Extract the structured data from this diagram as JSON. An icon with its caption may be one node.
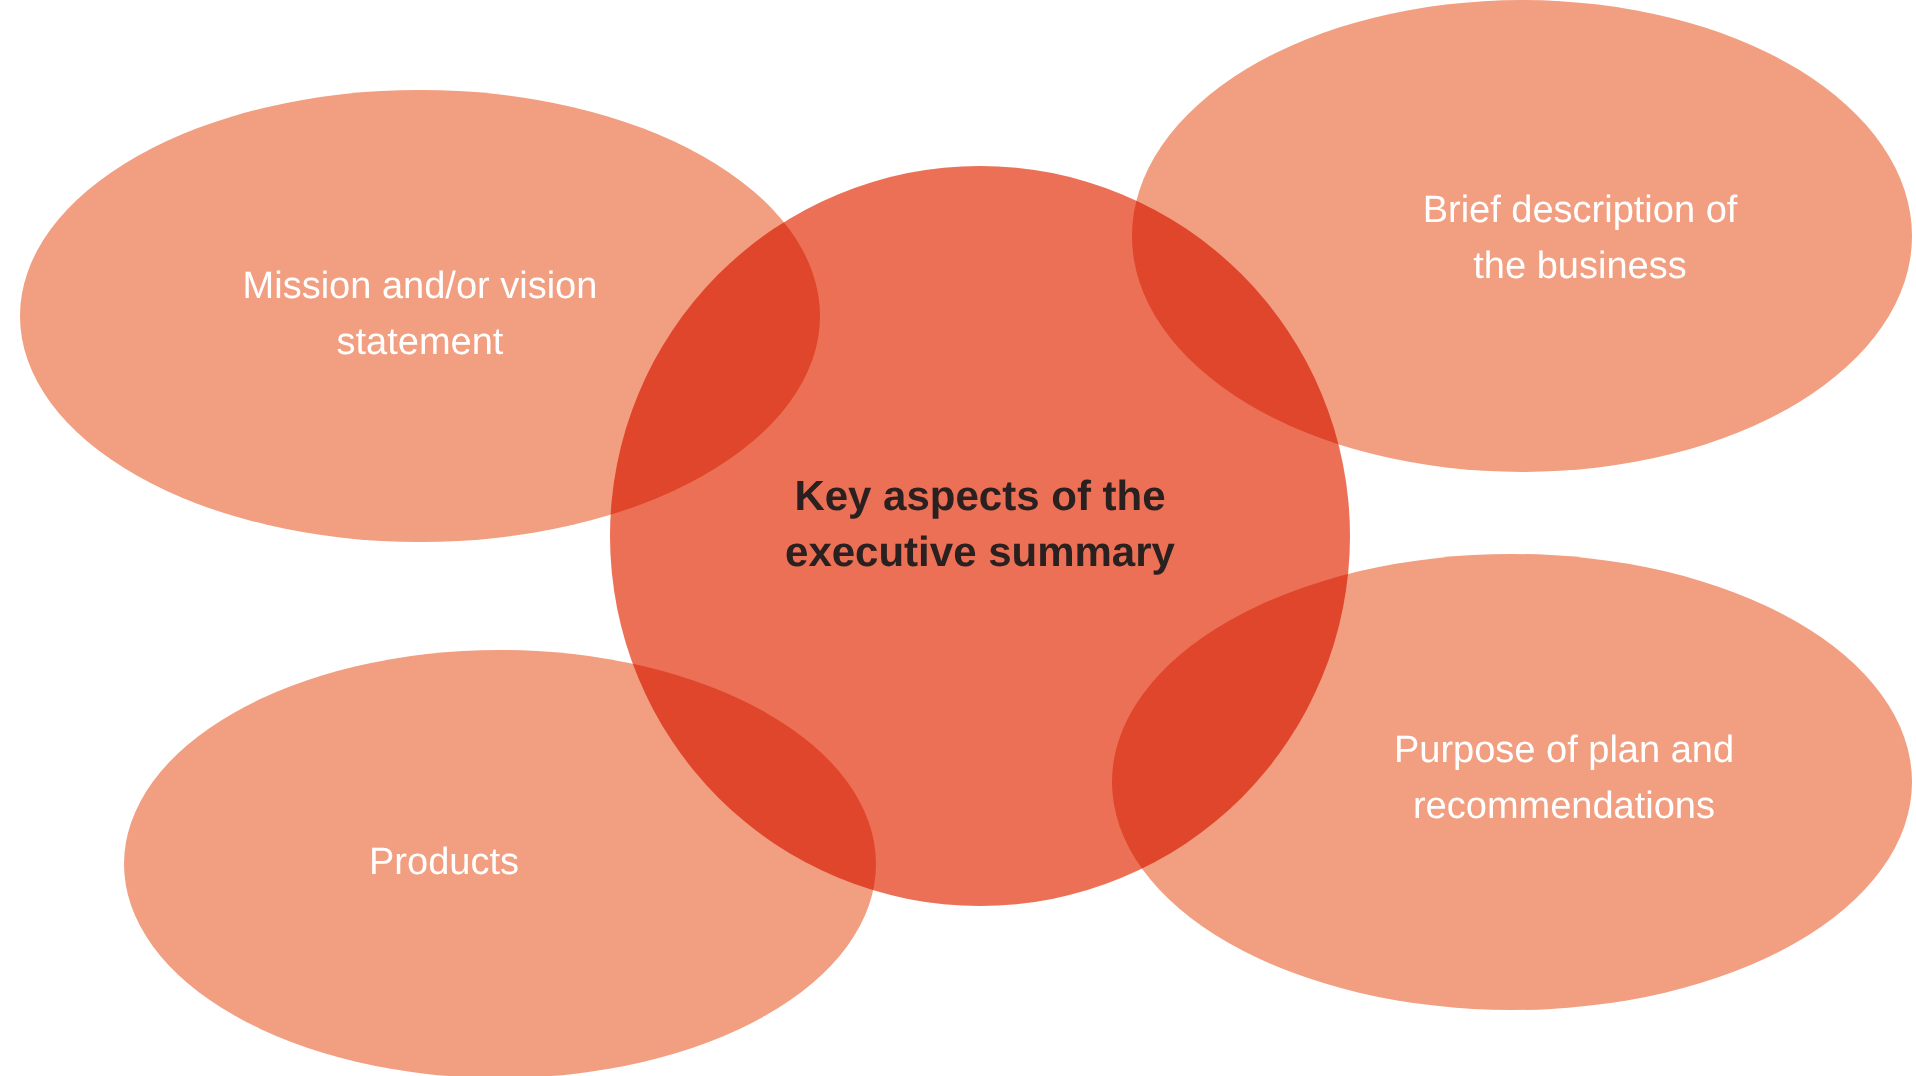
{
  "diagram": {
    "nodes": [
      {
        "text": [
          "Mission and/or vision statement"
        ]
      },
      {
        "text": [
          "Brief description of the business"
        ]
      },
      {
        "text": [
          "Key aspects of the executive summary"
        ]
      },
      {
        "text": [
          "Products"
        ]
      },
      {
        "text": [
          "Purpose of plan and recommendations"
        ]
      }
    ]
  }
}
